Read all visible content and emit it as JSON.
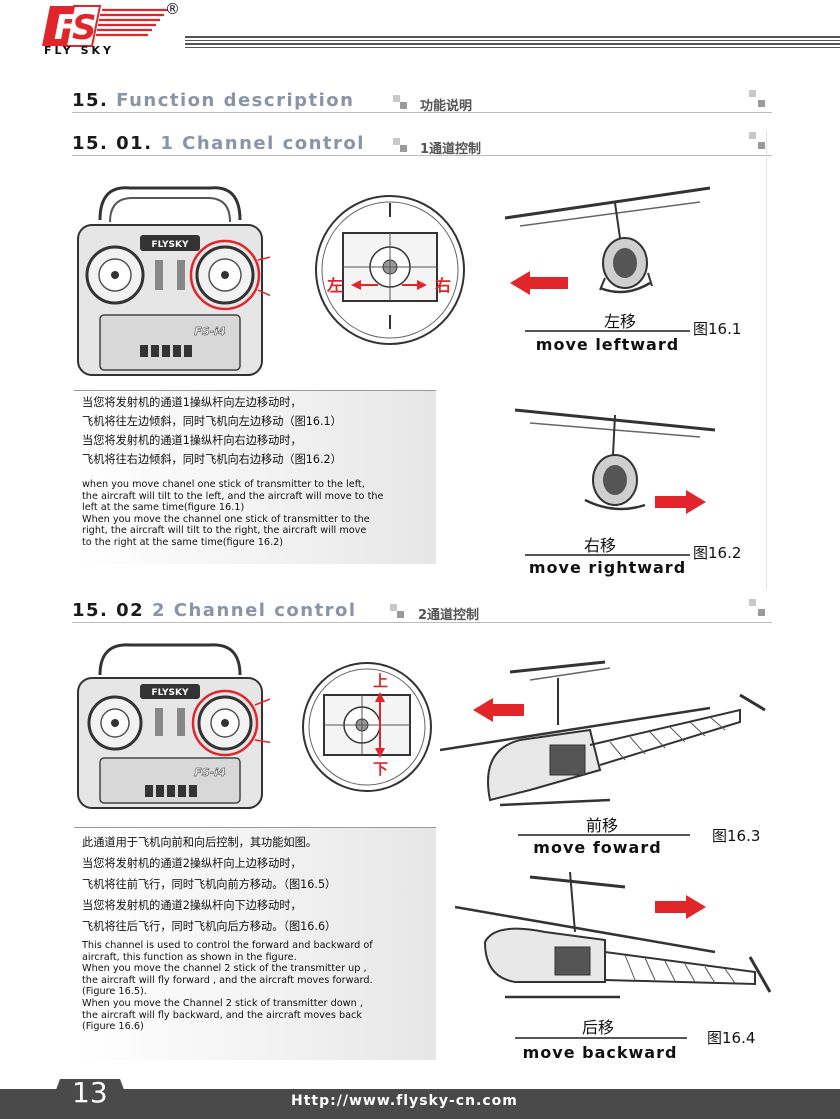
{
  "brand": {
    "logo_text": "FLY SKY",
    "registered": "®"
  },
  "sections": [
    {
      "num": "15.",
      "title": "Function description",
      "cn": "功能说明"
    },
    {
      "num": "15. 01.",
      "title": "1 Channel control",
      "cn": "1通道控制"
    },
    {
      "num": "15. 02",
      "title": "2 Channel control",
      "cn": "2通道控制"
    }
  ],
  "ch1": {
    "transmitter_brand": "FLYSKY",
    "transmitter_model": "FS-i4",
    "left_label": "左",
    "right_label": "右",
    "cn_lines": [
      "当您将发射机的通道1操纵杆向左边移动时，",
      "飞机将往左边倾斜，同时飞机向左边移动（图16.1）",
      "当您将发射机的通道1操纵杆向右边移动时，",
      "飞机将往右边倾斜，同时飞机向右边移动（图16.2）"
    ],
    "en_lines": [
      "when you move chanel one stick of transmitter to the left,",
      "the aircraft will tilt to the left, and the aircraft will move to the",
      "left at the same time(figure 16.1)",
      "When you move the channel one stick of transmitter to the",
      "right, the aircraft will tilt to the right,  the aircraft will move",
      "to the right at the same time(figure 16.2)"
    ],
    "fig1": {
      "cn": "左移",
      "en": "move leftward",
      "fig": "图16.1"
    },
    "fig2": {
      "cn": "右移",
      "en": "move rightward",
      "fig": "图16.2"
    }
  },
  "ch2": {
    "transmitter_brand": "FLYSKY",
    "transmitter_model": "FS-i4",
    "up_label": "上",
    "down_label": "下",
    "cn_lines": [
      "此通道用于飞机向前和向后控制，其功能如图。",
      "当您将发射机的通道2操纵杆向上边移动时，",
      "飞机将往前飞行，同时飞机向前方移动。（图16.5）",
      "当您将发射机的通道2操纵杆向下边移动时，",
      "飞机将往后飞行，同时飞机向后方移动。（图16.6）"
    ],
    "en_lines": [
      "This channel is used to control the forward and backward of",
      "aircraft, this function as shown in the figure.",
      "When you move the channel 2 stick of the transmitter up ,",
      "the aircraft will fly forward , and the aircraft moves forward.",
      "(Figure 16.5).",
      "When you move the Channel 2 stick of transmitter down ,",
      "the aircraft will fly backward, and the aircraft moves back",
      "(Figure 16.6)"
    ],
    "fig3": {
      "cn": "前移",
      "en": "move foward",
      "fig": "图16.3"
    },
    "fig4": {
      "cn": "后移",
      "en": "move backward",
      "fig": "图16.4"
    }
  },
  "footer": {
    "page": "13",
    "url": "Http://www.flysky-cn.com"
  },
  "colors": {
    "accent_red": "#e0262b",
    "footer_bg": "#4a4a4a",
    "section_title": "#8a94a8"
  }
}
